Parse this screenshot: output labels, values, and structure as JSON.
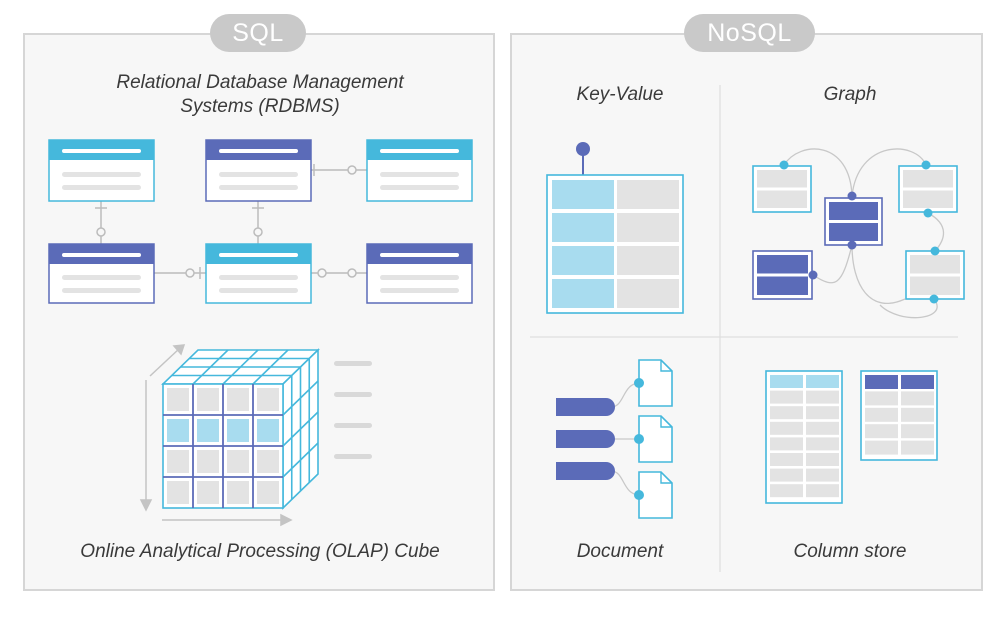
{
  "sql": {
    "badge": "SQL",
    "rdbms_caption_line1": "Relational Database Management",
    "rdbms_caption_line2": "Systems (RDBMS)",
    "olap_caption": "Online Analytical Processing (OLAP) Cube"
  },
  "nosql": {
    "badge": "NoSQL",
    "key_value_caption": "Key-Value",
    "graph_caption": "Graph",
    "document_caption": "Document",
    "column_store_caption": "Column store"
  },
  "colors": {
    "accent_blue": "#45b8dc",
    "accent_indigo": "#5b6bb8",
    "light_blue_cell": "#a8dcef",
    "gray_cell": "#e3e3e3",
    "panel_bg": "#f7f7f7",
    "panel_border": "#d6d6d6",
    "badge_bg": "#c9c9c9"
  }
}
